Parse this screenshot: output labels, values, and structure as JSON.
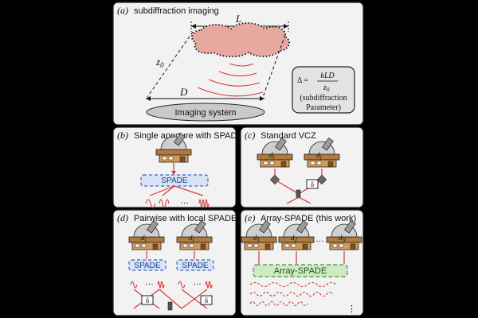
{
  "panels": {
    "a": {
      "tag": "(a)",
      "title": "subdiffraction imaging",
      "label_L": "L",
      "label_z0": "z",
      "label_z0_sub": "0",
      "label_D": "D",
      "imaging_system": "Imaging system",
      "param_lhs": "Δ =",
      "param_num": "kLD",
      "param_den_main": "z",
      "param_den_sub": "0",
      "param_line1": "(subdiffraction",
      "param_line2": "Parameter)"
    },
    "b": {
      "tag": "(b)",
      "title": "Single aperture with SPADE",
      "spade": "SPADE",
      "dots": "…"
    },
    "c": {
      "tag": "(c)",
      "title": "Standard VCZ",
      "det_i": "d",
      "det_i_sub": "i",
      "det_j": "d",
      "det_j_sub": "j",
      "delta": "δ"
    },
    "d": {
      "tag": "(d)",
      "title": "Pairwise with local SPADE",
      "det_i": "d",
      "det_i_sub": "i",
      "det_j": "d",
      "det_j_sub": "j",
      "spade": "SPADE",
      "dots": "…",
      "delta": "δ"
    },
    "e": {
      "tag": "(e)",
      "title": "Array-SPADE (this work)",
      "det_1": "d",
      "det_1_sub": "1",
      "det_2": "d",
      "det_2_sub": "2",
      "det_N": "d",
      "det_N_sub": "N",
      "dots_h": "…",
      "array": "Array-SPADE",
      "dots_v": "⋮"
    }
  },
  "colors": {
    "accent_red": "#d43a3a",
    "spade_blue": "#3a64b8",
    "array_green": "#3a9a32",
    "panel_bg": "#f2f2f2",
    "source_pink": "#e7a8a0"
  }
}
